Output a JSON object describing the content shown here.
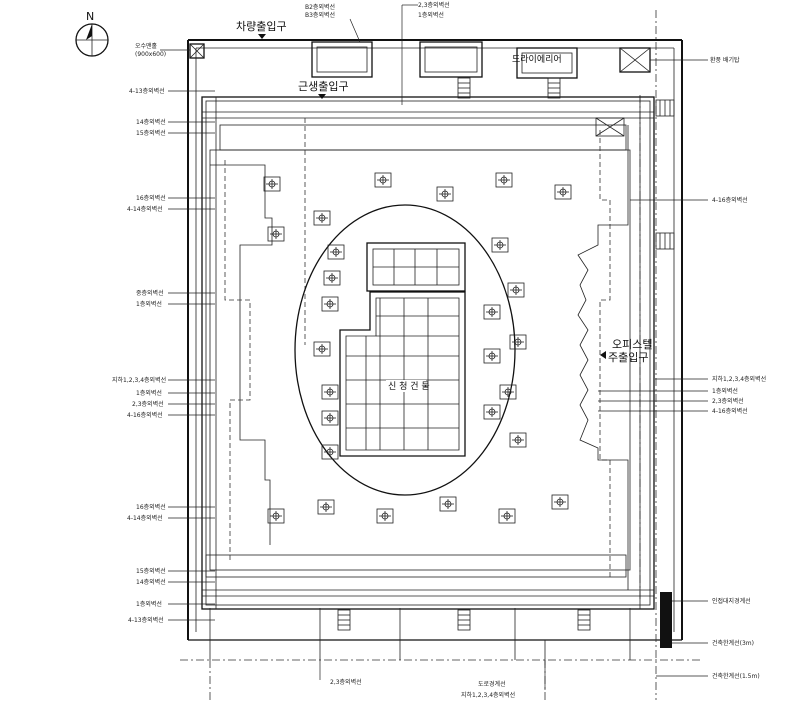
{
  "north": "N",
  "labels": {
    "vehicle_entrance": "차량출입구",
    "neighborhood_entrance": "근생출입구",
    "office_entrance_1": "오피스텔",
    "office_entrance_2": "주출입구",
    "new_building": "신 청 건 물",
    "sewer": "오수맨홀",
    "sewer_size": "(900x600)",
    "top_a1": "B2층외벽선",
    "top_a2": "B3층외벽선",
    "top_b1": "2,3층외벽선",
    "top_b2": "1층외벽선",
    "dry_area": "드라이에리어",
    "ventilation": "환풍 배기탑",
    "left_1": "4-13층외벽선",
    "left_2": "14층외벽선",
    "left_3": "15층외벽선",
    "left_4": "16층외벽선",
    "left_5": "4-14층외벽선",
    "left_6": "중층외벽선",
    "left_7": "1층외벽선",
    "left_8": "지하1,2,3,4층외벽선",
    "left_9": "1층외벽선",
    "left_10": "2,3층외벽선",
    "left_11": "4-16층외벽선",
    "left_12": "16층외벽선",
    "left_13": "4-14층외벽선",
    "left_14": "15층외벽선",
    "left_15": "14층외벽선",
    "left_16": "1층외벽선",
    "left_17": "4-13층외벽선",
    "right_1": "4-16층외벽선",
    "right_2": "지하1,2,3,4층외벽선",
    "right_3": "1층외벽선",
    "right_4": "2,3층외벽선",
    "right_5": "4-16층외벽선",
    "right_6": "인접대지경계선",
    "right_7": "건축한계선(3m)",
    "right_8": "건축한계선(1.5m)",
    "bottom_1": "2,3층외벽선",
    "bottom_2": "도로경계선",
    "bottom_3": "지하1,2,3,4층외벽선"
  }
}
